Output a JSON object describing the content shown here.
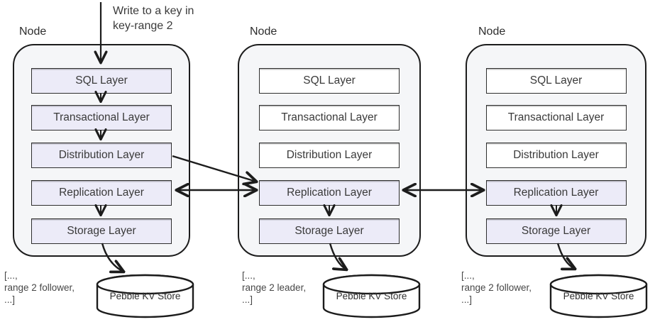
{
  "diagram": {
    "title_annotation": "Write to a key in\nkey-range 2",
    "colors": {
      "highlight_fill": "#ecebf8",
      "plain_fill": "#ffffff",
      "node_fill": "#f5f6f8",
      "stroke": "#1c1c1c",
      "text": "#3a3a3a"
    },
    "nodes": [
      {
        "label": "Node",
        "layers": [
          {
            "label": "SQL Layer",
            "highlighted": true
          },
          {
            "label": "Transactional Layer",
            "highlighted": true
          },
          {
            "label": "Distribution Layer",
            "highlighted": true
          },
          {
            "label": "Replication Layer",
            "highlighted": true
          },
          {
            "label": "Storage Layer",
            "highlighted": true
          }
        ],
        "range_note": "[...,\n range 2 follower,\n ...]",
        "store_label": "Pebble KV Store"
      },
      {
        "label": "Node",
        "layers": [
          {
            "label": "SQL Layer",
            "highlighted": false
          },
          {
            "label": "Transactional Layer",
            "highlighted": false
          },
          {
            "label": "Distribution Layer",
            "highlighted": false
          },
          {
            "label": "Replication Layer",
            "highlighted": true
          },
          {
            "label": "Storage Layer",
            "highlighted": true
          }
        ],
        "range_note": "[...,\n range 2 leader,\n ...]",
        "store_label": "Pebble KV Store"
      },
      {
        "label": "Node",
        "layers": [
          {
            "label": "SQL Layer",
            "highlighted": false
          },
          {
            "label": "Transactional Layer",
            "highlighted": false
          },
          {
            "label": "Distribution Layer",
            "highlighted": false
          },
          {
            "label": "Replication Layer",
            "highlighted": true
          },
          {
            "label": "Storage Layer",
            "highlighted": true
          }
        ],
        "range_note": "[...,\n range 2 follower,\n ...]",
        "store_label": "Pebble KV Store"
      }
    ]
  }
}
